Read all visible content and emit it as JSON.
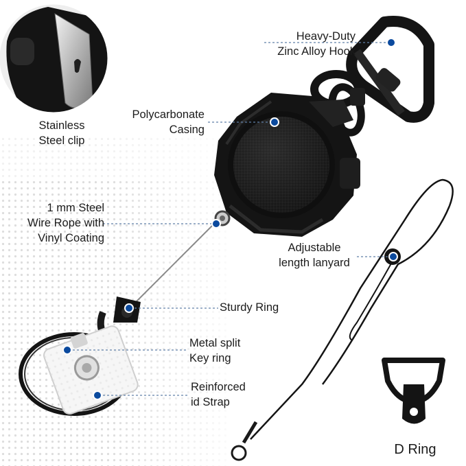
{
  "colors": {
    "background": "#ffffff",
    "dot_pattern": "#d9d9d9",
    "product_black": "#141414",
    "callout_blue": "#0b4a9e",
    "callout_line": "#5f7fa8",
    "text": "#1b1b1b"
  },
  "labels": {
    "stainless_clip": [
      "Stainless",
      "Steel clip"
    ],
    "hook": [
      "Heavy-Duty",
      "Zinc Alloy Hook"
    ],
    "casing": [
      "Polycarbonate",
      "Casing"
    ],
    "wire_rope": [
      "1 mm Steel",
      "Wire Rope with",
      "Vinyl Coating"
    ],
    "lanyard": [
      "Adjustable",
      "length lanyard"
    ],
    "sturdy_ring": [
      "Sturdy Ring"
    ],
    "key_ring": [
      "Metal split",
      "Key ring"
    ],
    "id_strap": [
      "Reinforced",
      "id Strap"
    ],
    "d_ring": [
      "D Ring"
    ]
  }
}
